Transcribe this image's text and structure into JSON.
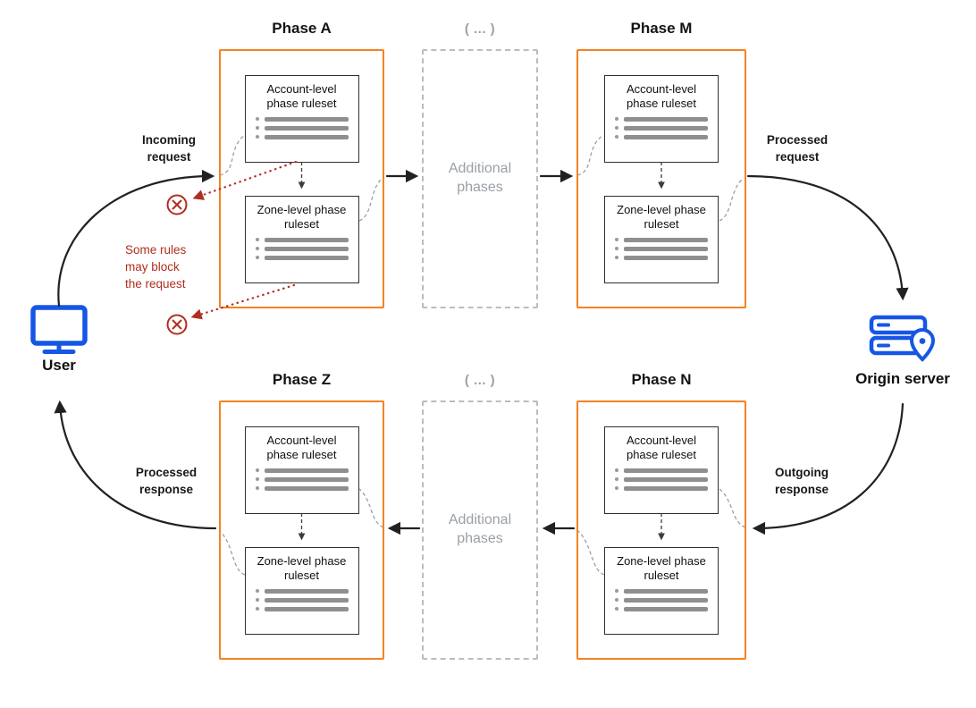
{
  "colors": {
    "phase_border_orange": "#F6821F",
    "actor_blue": "#1656E5",
    "block_red": "#B02E1F",
    "muted_gray": "#9AA0A6",
    "arrow_black": "#212121"
  },
  "phases": {
    "a": {
      "title": "Phase A"
    },
    "m": {
      "title": "Phase M"
    },
    "z": {
      "title": "Phase Z"
    },
    "n": {
      "title": "Phase N"
    }
  },
  "additional": {
    "header": "( ... )",
    "label": "Additional phases"
  },
  "cards": {
    "account_title": "Account-level phase ruleset",
    "zone_title": "Zone-level phase ruleset"
  },
  "actors": {
    "user": "User",
    "origin": "Origin server"
  },
  "edges": {
    "incoming": "Incoming request",
    "processed_request": "Processed request",
    "outgoing": "Outgoing response",
    "processed_response": "Processed response"
  },
  "warning": {
    "text": "Some rules\nmay block\nthe request"
  }
}
